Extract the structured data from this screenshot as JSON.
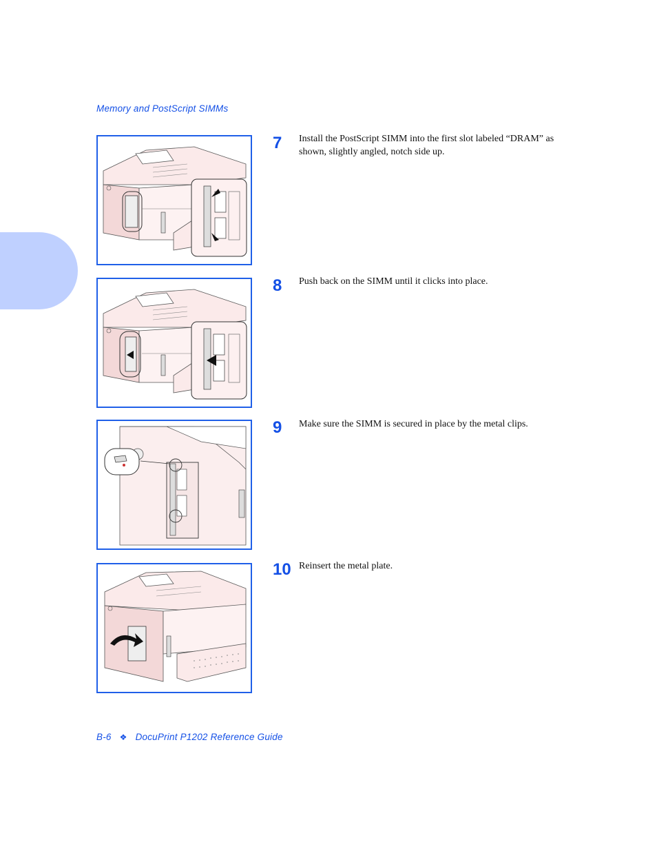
{
  "page": {
    "section_header": "Memory and PostScript SIMMs",
    "footer": {
      "page_label": "B-6",
      "separator": "❖",
      "guide_title": "DocuPrint P1202 Reference Guide"
    }
  },
  "steps": [
    {
      "number": "7",
      "text": "Install the PostScript SIMM into the first slot labeled “DRAM” as shown, slightly angled, notch side up."
    },
    {
      "number": "8",
      "text": "Push back on the SIMM until it clicks into place."
    },
    {
      "number": "9",
      "text": "Make sure the SIMM is secured in place by the metal clips."
    },
    {
      "number": "10",
      "text": "Reinsert the metal plate."
    }
  ],
  "colors": {
    "accent": "#1450e6",
    "border": "#1f5fe8",
    "tab": "#bfd0ff",
    "printer_tint": "#f6dcdc"
  }
}
